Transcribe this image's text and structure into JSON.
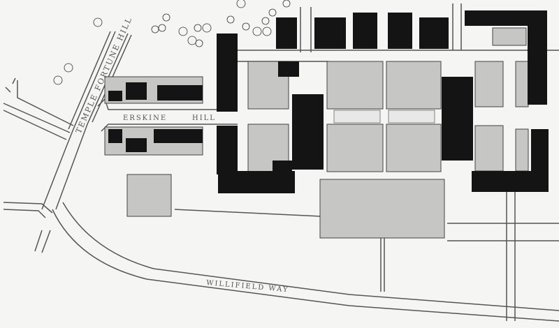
{
  "map": {
    "labels": {
      "temple_fortune_hill": "TEMPLE FORTUNE HILL",
      "erskine": "ERSKINE",
      "hill": "HILL",
      "willifield_way": "WILLIFIELD WAY"
    },
    "colors": {
      "background": "#f5f5f3",
      "open_space": "#c6c6c4",
      "building": "#141414",
      "road_line": "#555555",
      "lawn_pattern": "#e8e8e8"
    }
  }
}
